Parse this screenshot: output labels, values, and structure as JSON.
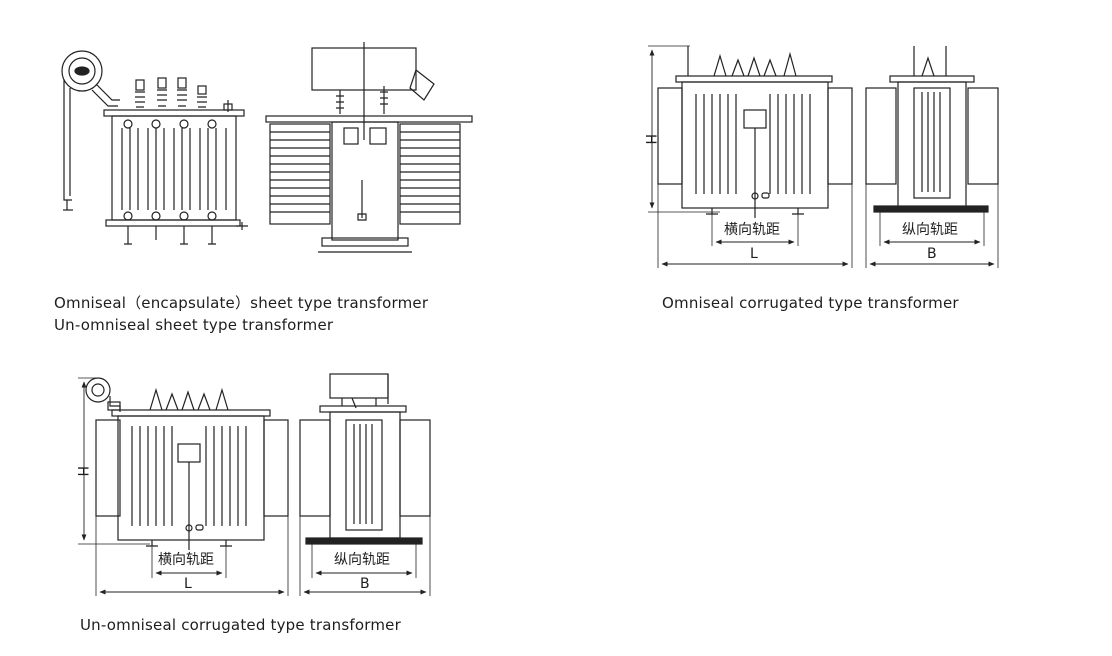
{
  "captions": {
    "sheet_line1": "Omniseal（encapsulate）sheet type transformer",
    "sheet_line2": "Un-omniseal sheet type transformer",
    "omniseal_corrugated": "Omniseal corrugated type transformer",
    "unomniseal_corrugated": "Un-omniseal corrugated type transformer"
  },
  "dimension_labels": {
    "height": "H",
    "length": "L",
    "width": "B",
    "transverse_gauge": "横向轨距",
    "longitudinal_gauge": "纵向轨距"
  }
}
